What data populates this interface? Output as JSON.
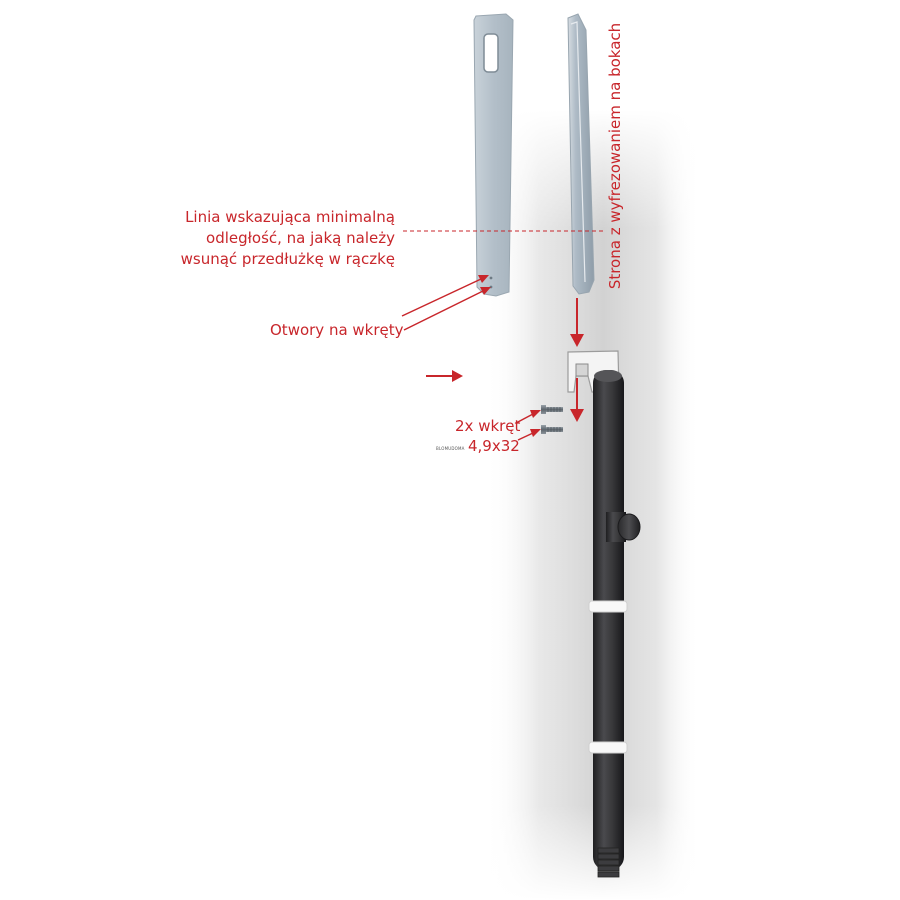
{
  "labels": {
    "min_line": [
      "Linia wskazująca minimalną",
      "odległość, na jaką należy",
      "wsunąć przedłużkę w rączkę"
    ],
    "screw_holes": "Otwory na wkręty",
    "screws_count": "2x wkręt",
    "screws_size": "4,9x32",
    "milled_side": "Strona z wyfrezowaniem na bokach",
    "tiny_text": "BLOMUDOMA"
  },
  "colors": {
    "annotation_red": "#c8262b",
    "pole_dark": "#3a3a3c",
    "plate_grey": "#b7c3cc",
    "shadow_grey": "#d9d9d9",
    "background": "#ffffff"
  },
  "icons": {
    "screw": "screw-icon",
    "arrow": "arrow-icon",
    "extension_plate": "extension-plate-icon",
    "handle_pole": "pole-handle-icon"
  }
}
